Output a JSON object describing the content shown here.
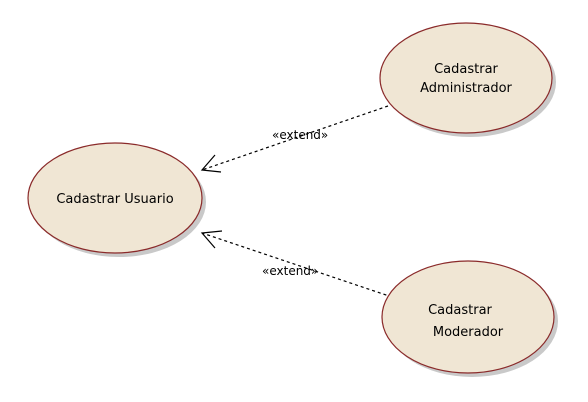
{
  "diagram": {
    "use_cases": [
      {
        "id": "uc-usuario",
        "lines": [
          "Cadastrar Usuario"
        ]
      },
      {
        "id": "uc-admin",
        "lines": [
          "Cadastrar",
          "Administrador"
        ]
      },
      {
        "id": "uc-moderador",
        "lines": [
          "Cadastrar",
          "Moderador"
        ]
      }
    ],
    "relations": [
      {
        "from": "uc-admin",
        "to": "uc-usuario",
        "label": "«extend»"
      },
      {
        "from": "uc-moderador",
        "to": "uc-usuario",
        "label": "«extend»"
      }
    ],
    "colors": {
      "fill": "#f0e6d4",
      "stroke": "#8a2a2a",
      "shadow": "#c9c9c9",
      "line": "#000000"
    }
  }
}
